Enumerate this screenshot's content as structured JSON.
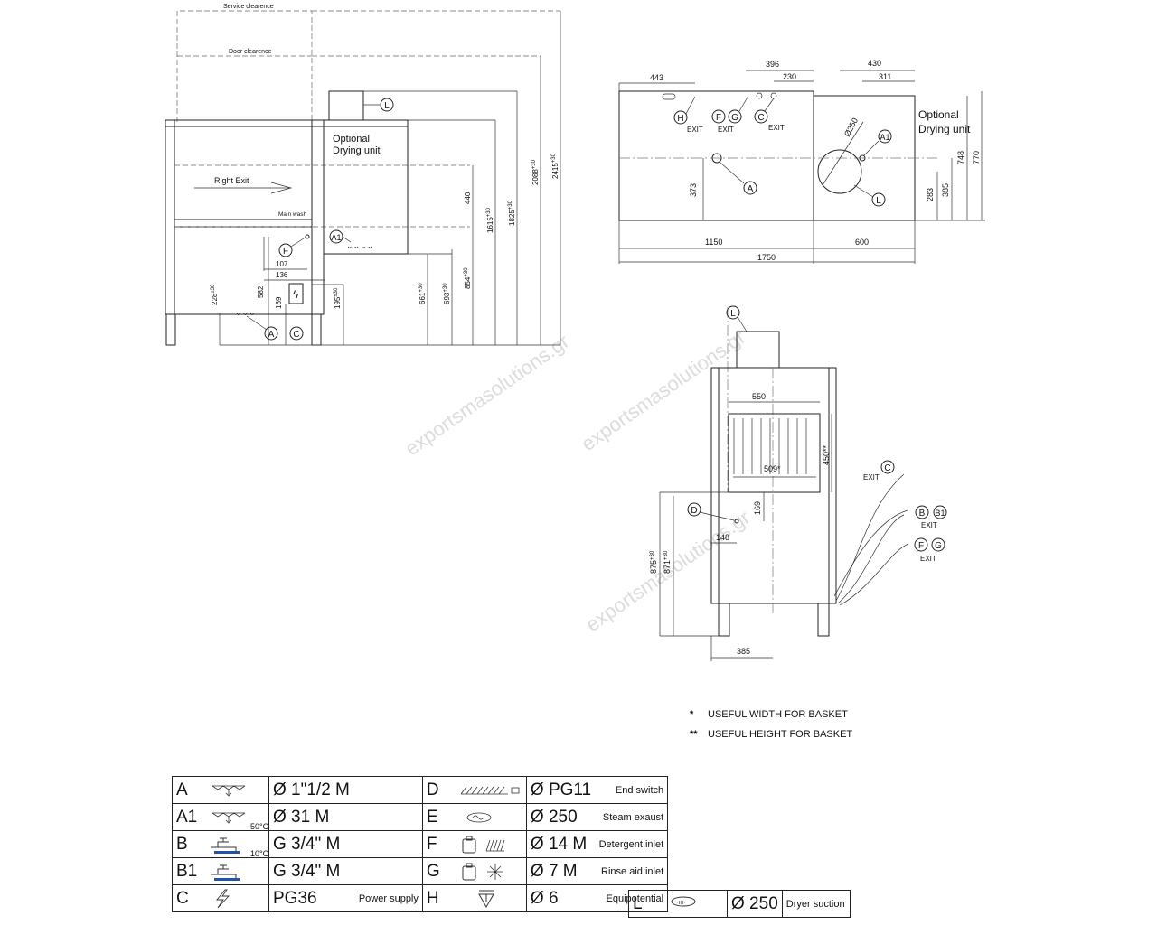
{
  "side_view": {
    "service_clearance": "Service clearence",
    "door_clearance": "Door clearence",
    "optional_dryer": [
      "Optional",
      "Drying unit"
    ],
    "right_exit": "Right Exit",
    "main_wash": "Main wash",
    "dims": {
      "d440": "440",
      "d1615": "1615",
      "d1825": "1825",
      "d2088": "2088",
      "d2415": "2415",
      "d107": "107",
      "d136": "136",
      "d582": "582",
      "d228": "228",
      "d169": "169",
      "d195": "195",
      "d661": "661",
      "d693": "693",
      "d854": "854"
    },
    "tol": "±30",
    "tol_sup": "+30",
    "markers": {
      "F": "F",
      "A1": "A1",
      "A": "A",
      "C": "C",
      "L": "L"
    }
  },
  "top_view": {
    "dims": {
      "d443": "443",
      "d396": "396",
      "d230": "230",
      "d430": "430",
      "d311": "311",
      "d373": "373",
      "d1150": "1150",
      "d600": "600",
      "d1750": "1750",
      "d283": "283",
      "d385": "385",
      "d748": "748",
      "d770": "770",
      "d250": "Ø250"
    },
    "optional_dryer": [
      "Optional",
      "Drying unit"
    ],
    "exit": "EXIT",
    "markers": {
      "H": "H",
      "F": "F",
      "G": "G",
      "C": "C",
      "A": "A",
      "A1": "A1",
      "L": "L"
    }
  },
  "front_view": {
    "dims": {
      "d550": "550",
      "d509": "509*",
      "d450": "450**",
      "d169": "169",
      "d148": "148",
      "d875": "875",
      "d871": "871",
      "d385": "385"
    },
    "tol_sup": "+30",
    "exit": "EXIT",
    "markers": {
      "L": "L",
      "D": "D",
      "C": "C",
      "B": "B",
      "B1": "B1",
      "F": "F",
      "G": "G"
    }
  },
  "watermark": "exportsmasolutions.gr",
  "notes": [
    {
      "star": "*",
      "text": "USEFUL WIDTH FOR BASKET"
    },
    {
      "star": "**",
      "text": "USEFUL HEIGHT FOR BASKET"
    }
  ],
  "legend": [
    {
      "left": {
        "code": "A",
        "icon": "drain-icon",
        "value": "Ø 1\"1/2 M",
        "desc": ""
      },
      "right": {
        "code": "D",
        "icon": "end-switch-icon",
        "value": "Ø PG11",
        "desc": "End switch"
      }
    },
    {
      "left": {
        "code": "A1",
        "icon": "drain-icon",
        "value": "Ø 31 M",
        "desc": ""
      },
      "right": {
        "code": "E",
        "icon": "steam-icon",
        "value": "Ø 250",
        "desc": "Steam exaust"
      }
    },
    {
      "left": {
        "code": "B",
        "icon": "tap-icon",
        "temp": "50°C",
        "value": "G 3/4\" M",
        "desc": ""
      },
      "right": {
        "code": "F",
        "icon": "detergent-icon",
        "value": "Ø 14 M",
        "desc": "Detergent inlet"
      }
    },
    {
      "left": {
        "code": "B1",
        "icon": "tap-icon",
        "temp": "10°C",
        "value": "G 3/4\" M",
        "desc": ""
      },
      "right": {
        "code": "G",
        "icon": "rinse-aid-icon",
        "value": "Ø 7 M",
        "desc": "Rinse aid inlet"
      }
    },
    {
      "left": {
        "code": "C",
        "icon": "power-icon",
        "value": "PG36",
        "desc": "Power supply"
      },
      "right": {
        "code": "H",
        "icon": "equipotential-icon",
        "value": "Ø 6",
        "desc": "Equipotential"
      }
    }
  ],
  "legend_extra": {
    "code": "L",
    "icon": "dryer-suction-icon",
    "value": "Ø 250",
    "desc": "Dryer suction"
  }
}
